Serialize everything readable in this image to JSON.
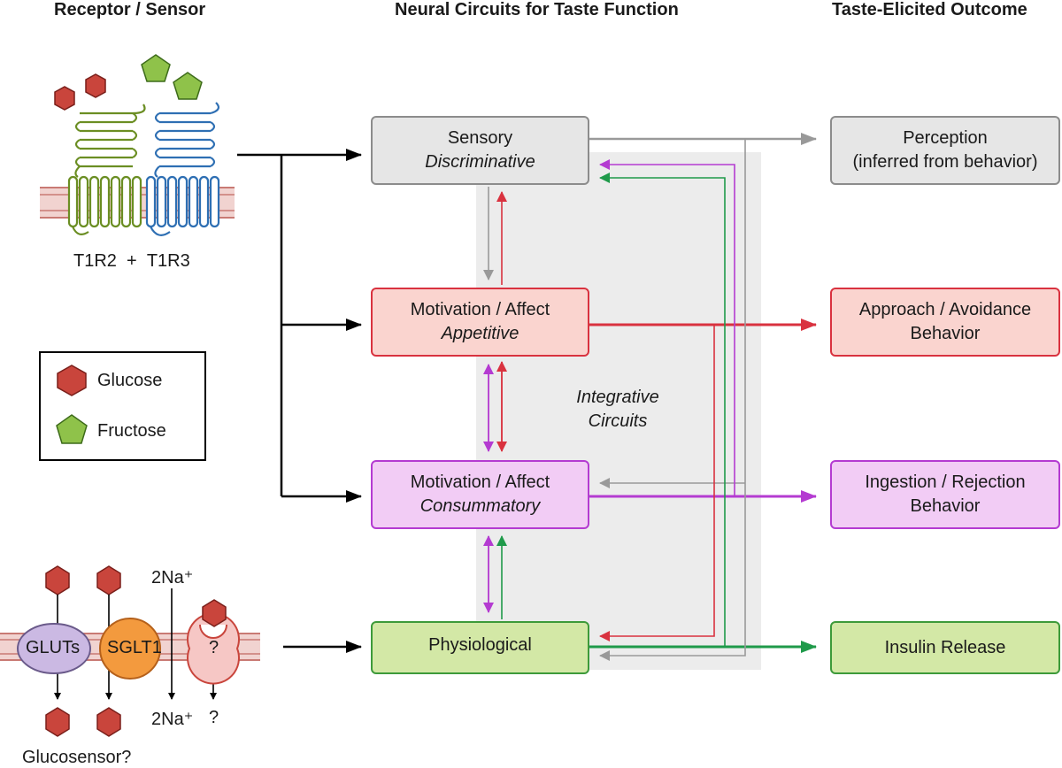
{
  "headers": {
    "left": "Receptor / Sensor",
    "middle": "Neural Circuits for Taste Function",
    "right": "Taste-Elicited Outcome"
  },
  "receptor": {
    "t1r2": "T1R2",
    "plus": "+",
    "t1r3": "T1R3"
  },
  "legend": {
    "glucose": "Glucose",
    "fructose": "Fructose"
  },
  "sensor": {
    "gluts": "GLUTs",
    "sglt1": "SGLT1",
    "na_top": "2Na⁺",
    "na_bottom": "2Na⁺",
    "unknown_top": "?",
    "unknown_bottom": "?",
    "caption": "Glucosensor?"
  },
  "circuits": {
    "sensory": {
      "line1": "Sensory",
      "line2": "Discriminative"
    },
    "appetitive": {
      "line1": "Motivation / Affect",
      "line2": "Appetitive"
    },
    "consummatory": {
      "line1": "Motivation / Affect",
      "line2": "Consummatory"
    },
    "physiological": {
      "line1": "Physiological"
    },
    "integrative": {
      "line1": "Integrative",
      "line2": "Circuits"
    }
  },
  "outcomes": {
    "perception": {
      "line1": "Perception",
      "line2": "(inferred from behavior)"
    },
    "approach": {
      "line1": "Approach / Avoidance",
      "line2": "Behavior"
    },
    "ingestion": {
      "line1": "Ingestion / Rejection",
      "line2": "Behavior"
    },
    "insulin": {
      "line1": "Insulin Release"
    }
  },
  "colors": {
    "gray": "#999999",
    "red": "#d9323f",
    "magenta": "#b43bd1",
    "green": "#1f9a4a",
    "black": "#000000",
    "glucose_fill": "#c9453c",
    "fructose_fill": "#8fc24a",
    "t1r2_stroke": "#6b8e23",
    "t1r3_stroke": "#2e6fb3"
  }
}
